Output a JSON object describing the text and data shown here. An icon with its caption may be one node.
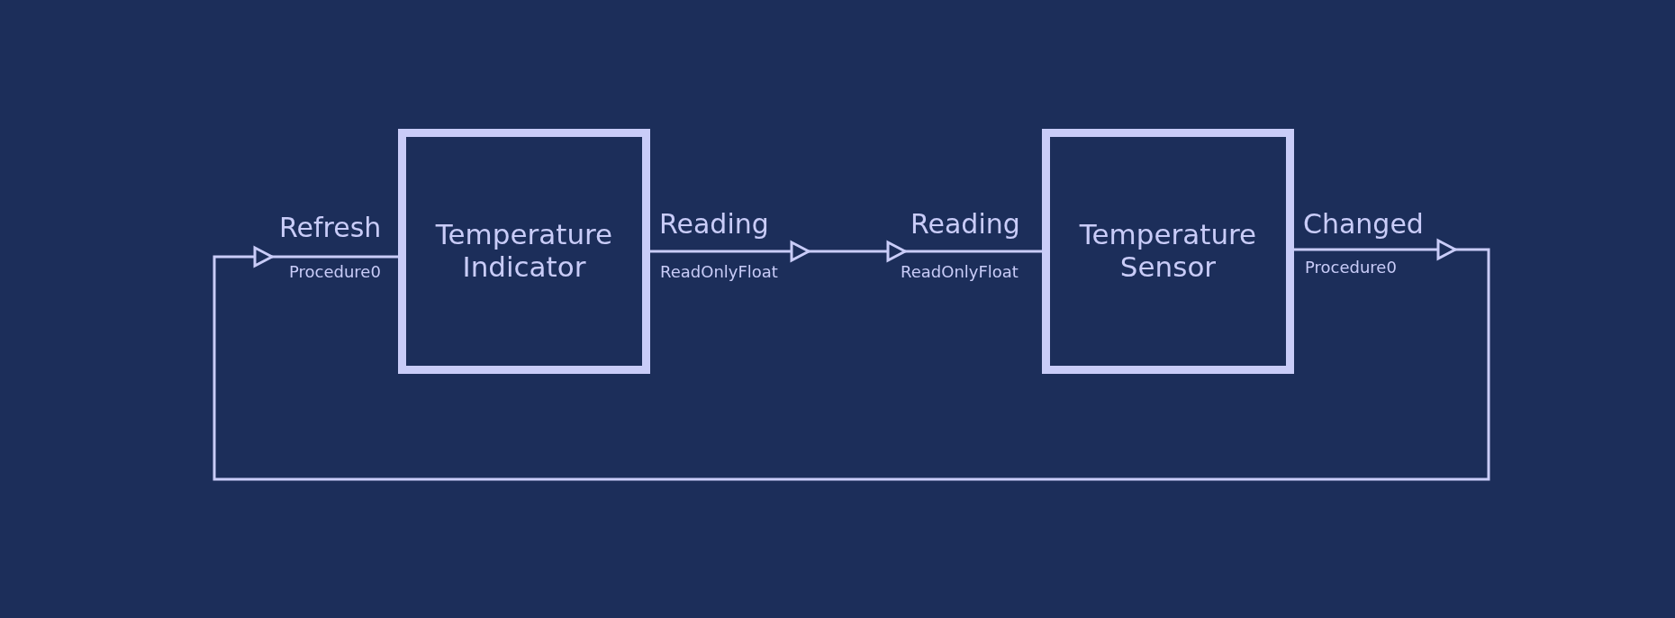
{
  "diagram": {
    "nodes": [
      {
        "text": [
          "Temperature Indicator"
        ],
        "beside": [
          "Refresh",
          "Procedure0",
          "Reading",
          "ReadOnlyFloat"
        ]
      },
      {
        "text": [
          "Temperature Sensor"
        ],
        "beside": [
          "Reading",
          "ReadOnlyFloat",
          "Changed",
          "Procedure0"
        ]
      }
    ],
    "edges": [
      {
        "from": 0,
        "to": 1,
        "arrow": "to"
      },
      {
        "from": 1,
        "to": 0,
        "arrow": "to"
      }
    ]
  }
}
